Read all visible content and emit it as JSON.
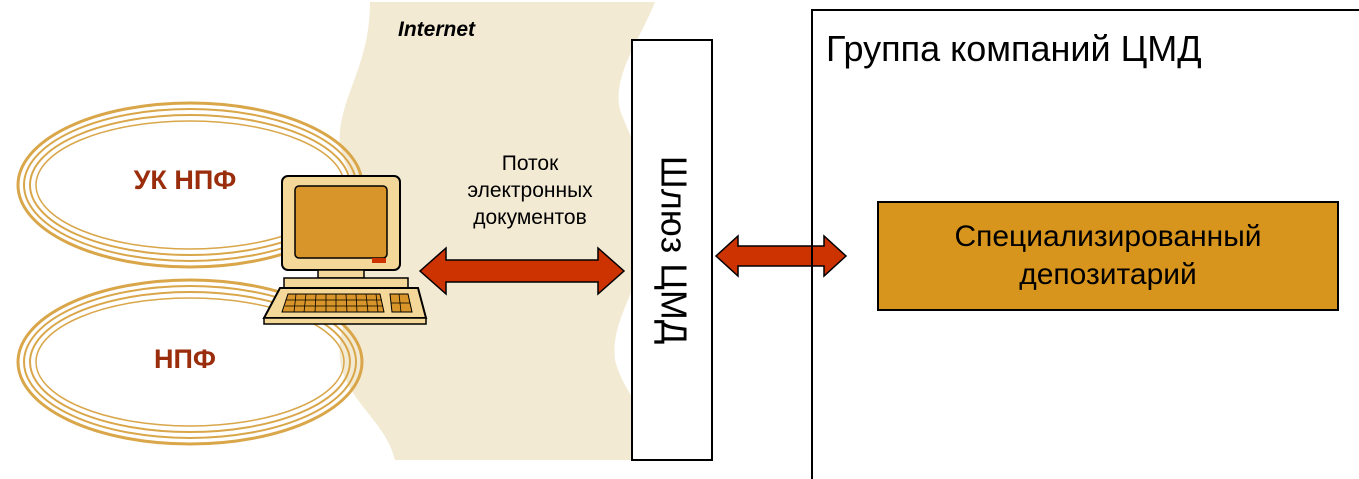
{
  "internet": {
    "label": "Internet"
  },
  "flow": {
    "label_lines": [
      "Поток",
      "электронных",
      "документов"
    ]
  },
  "participants": [
    {
      "label": "УК НПФ"
    },
    {
      "label": "НПФ"
    }
  ],
  "gateway": {
    "label": "Шлюз ЦМД"
  },
  "group": {
    "label": "Группа компаний ЦМД"
  },
  "depository": {
    "label_lines": [
      "Специализированный",
      "депозитарий"
    ]
  },
  "colors": {
    "cloud_fill": "#f3ead3",
    "ring_stroke": "#d9a64a",
    "participant_text": "#9a2d0c",
    "arrow_fill": "#cc3300",
    "depository_fill": "#d8951e",
    "computer_body": "#f4d89a",
    "computer_screen": "#d8952a"
  }
}
